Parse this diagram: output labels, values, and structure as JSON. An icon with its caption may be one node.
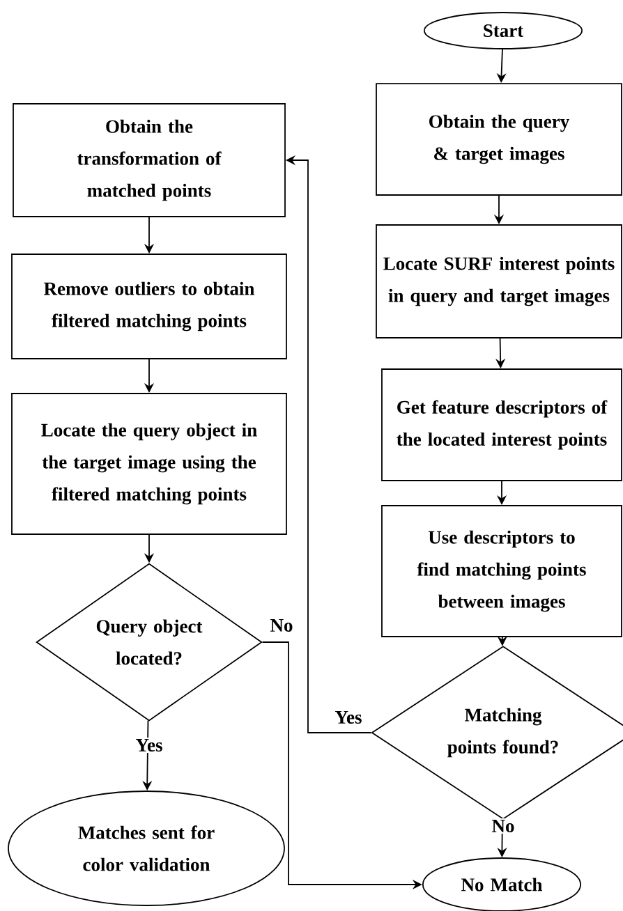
{
  "diagram": {
    "nodes": [
      {
        "text": [
          "Start"
        ]
      },
      {
        "text": [
          "Obtain the query & target images"
        ]
      },
      {
        "text": [
          "Locate SURF interest points in query and target images"
        ]
      },
      {
        "text": [
          "Get feature descriptors of the located interest points"
        ]
      },
      {
        "text": [
          "Use descriptors to find matching points between images"
        ]
      },
      {
        "text": [
          "Matching points found?"
        ]
      },
      {
        "text": [
          "Obtain the transformation of matched points"
        ]
      },
      {
        "text": [
          "Remove outliers to obtain filtered matching points"
        ]
      },
      {
        "text": [
          "Locate the query object in the target image using the filtered matching points"
        ]
      },
      {
        "text": [
          "Query object located?"
        ]
      },
      {
        "text": [
          "Matches sent for color validation"
        ]
      },
      {
        "text": [
          "No Match"
        ]
      }
    ],
    "edges": [
      {
        "from": 0,
        "to": 1,
        "arrow": "to"
      },
      {
        "from": 1,
        "to": 2,
        "arrow": "to"
      },
      {
        "from": 2,
        "to": 3,
        "arrow": "to"
      },
      {
        "from": 3,
        "to": 4,
        "arrow": "to"
      },
      {
        "from": 4,
        "to": 5,
        "arrow": "to"
      },
      {
        "from": 5,
        "to": 6,
        "arrow": "to",
        "label": "Yes"
      },
      {
        "from": 5,
        "to": 11,
        "arrow": "to",
        "label": "No"
      },
      {
        "from": 6,
        "to": 7,
        "arrow": "to"
      },
      {
        "from": 7,
        "to": 8,
        "arrow": "to"
      },
      {
        "from": 8,
        "to": 9,
        "arrow": "to"
      },
      {
        "from": 9,
        "to": 10,
        "arrow": "to",
        "label": "Yes"
      },
      {
        "from": 9,
        "to": 11,
        "arrow": "to",
        "label": "No"
      }
    ]
  }
}
